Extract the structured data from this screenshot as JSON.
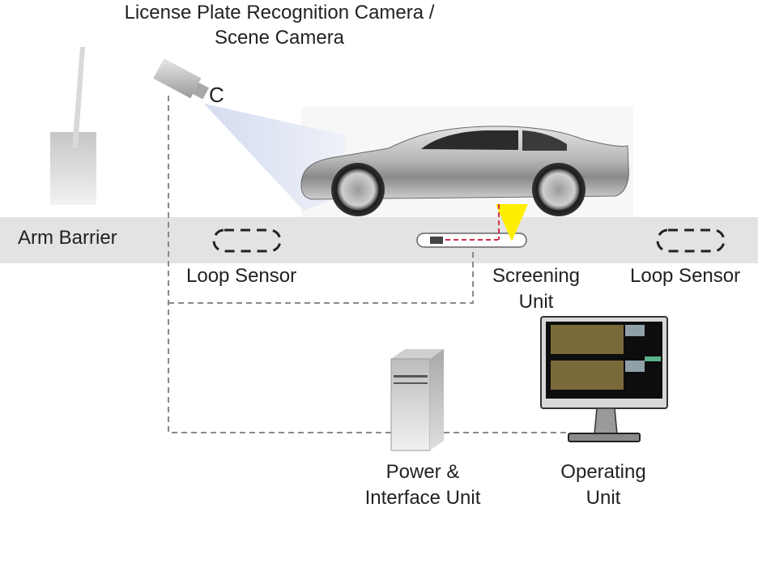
{
  "title": {
    "line1": "License Plate Recognition Camera /",
    "line2": "Scene Camera"
  },
  "labels": {
    "arm_barrier": "Arm Barrier",
    "loop_sensor_left": "Loop Sensor",
    "loop_sensor_right": "Loop Sensor",
    "screening_unit_line1": "Screening",
    "screening_unit_line2": "Unit",
    "power_unit_line1": "Power &",
    "power_unit_line2": "Interface Unit",
    "operating_unit_line1": "Operating",
    "operating_unit_line2": "Unit"
  },
  "camera_symbol": "C",
  "components": [
    {
      "id": "arm-barrier",
      "icon": "barrier-icon"
    },
    {
      "id": "lpr-camera",
      "icon": "camera-icon"
    },
    {
      "id": "vehicle",
      "icon": "car-icon"
    },
    {
      "id": "loop-sensor-left",
      "icon": "loop-sensor-icon"
    },
    {
      "id": "screening-unit",
      "icon": "scanner-icon"
    },
    {
      "id": "loop-sensor-right",
      "icon": "loop-sensor-icon"
    },
    {
      "id": "power-interface-unit",
      "icon": "server-tower-icon"
    },
    {
      "id": "operating-unit",
      "icon": "monitor-icon"
    }
  ],
  "colors": {
    "road": "#e3e3e3",
    "connector": "#8a8a8a",
    "scan_beam": "#ffee00",
    "scan_link": "#d2324a",
    "camera_beam": "#dfe6f5"
  }
}
